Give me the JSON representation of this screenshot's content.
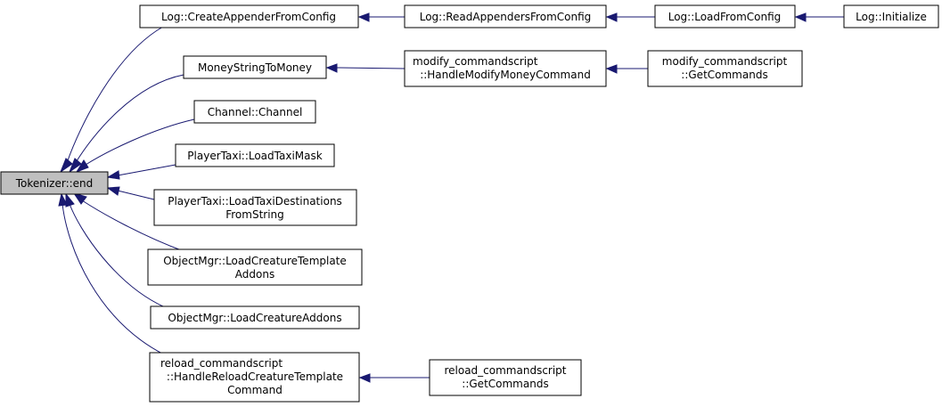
{
  "colors": {
    "edge": "#191970",
    "root_fill": "#bfbfbf",
    "node_fill": "#ffffff",
    "border": "#000000"
  },
  "nodes": {
    "tokenizer_end": {
      "lines": [
        "Tokenizer::end"
      ]
    },
    "create_appender": {
      "lines": [
        "Log::CreateAppenderFromConfig"
      ]
    },
    "read_appenders": {
      "lines": [
        "Log::ReadAppendersFromConfig"
      ]
    },
    "load_from_config": {
      "lines": [
        "Log::LoadFromConfig"
      ]
    },
    "log_initialize": {
      "lines": [
        "Log::Initialize"
      ]
    },
    "money_string": {
      "lines": [
        "MoneyStringToMoney"
      ]
    },
    "modify_handle_money": {
      "lines": [
        "modify_commandscript",
        "::HandleModifyMoneyCommand"
      ]
    },
    "modify_get_commands": {
      "lines": [
        "modify_commandscript",
        "::GetCommands"
      ]
    },
    "channel": {
      "lines": [
        "Channel::Channel"
      ]
    },
    "load_taxi_mask": {
      "lines": [
        "PlayerTaxi::LoadTaxiMask"
      ]
    },
    "load_taxi_dest": {
      "lines": [
        "PlayerTaxi::LoadTaxiDestinations",
        "FromString"
      ]
    },
    "load_creature_template_addons": {
      "lines": [
        "ObjectMgr::LoadCreatureTemplate",
        "Addons"
      ]
    },
    "load_creature_addons": {
      "lines": [
        "ObjectMgr::LoadCreatureAddons"
      ]
    },
    "reload_handle": {
      "lines": [
        "reload_commandscript",
        "::HandleReloadCreatureTemplate",
        "Command"
      ]
    },
    "reload_get_commands": {
      "lines": [
        "reload_commandscript",
        "::GetCommands"
      ]
    }
  }
}
